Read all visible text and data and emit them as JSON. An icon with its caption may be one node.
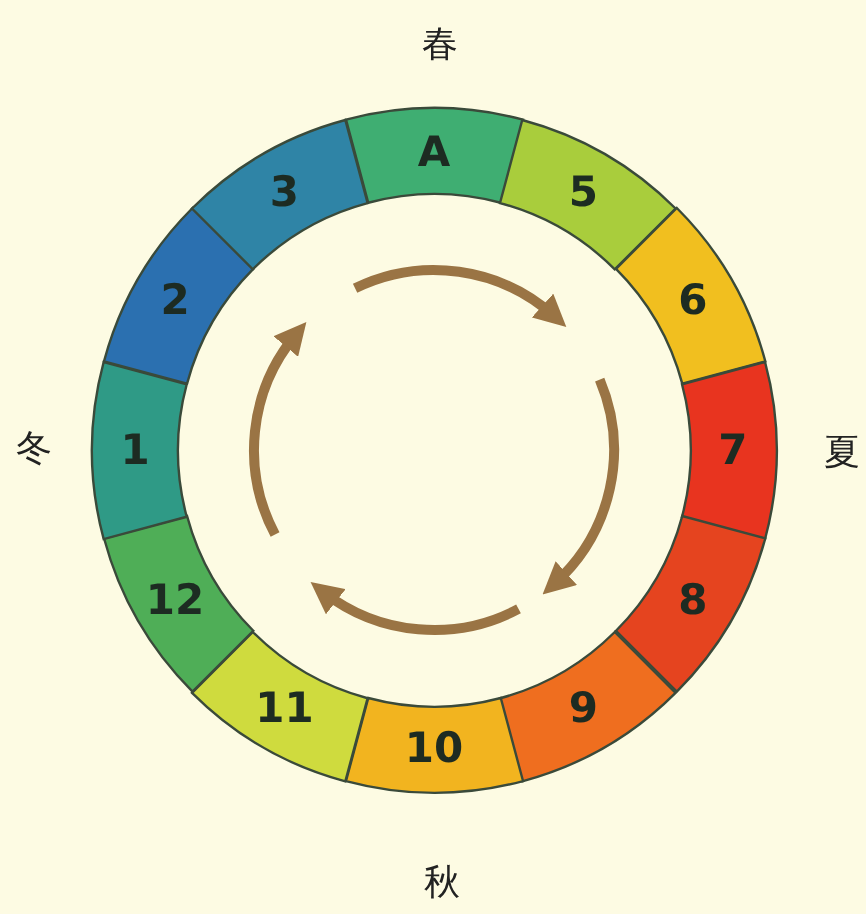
{
  "diagram": {
    "nodes": [
      {
        "text": [
          "A"
        ]
      },
      {
        "text": [
          "5"
        ]
      },
      {
        "text": [
          "6"
        ]
      },
      {
        "text": [
          "7"
        ]
      },
      {
        "text": [
          "8"
        ]
      },
      {
        "text": [
          "9"
        ]
      },
      {
        "text": [
          "10"
        ]
      },
      {
        "text": [
          "11"
        ]
      },
      {
        "text": [
          "12"
        ]
      },
      {
        "text": [
          "1"
        ]
      },
      {
        "text": [
          "2"
        ]
      },
      {
        "text": [
          "3"
        ]
      }
    ],
    "labels": [
      "春",
      "夏",
      "秋",
      "冬"
    ]
  }
}
